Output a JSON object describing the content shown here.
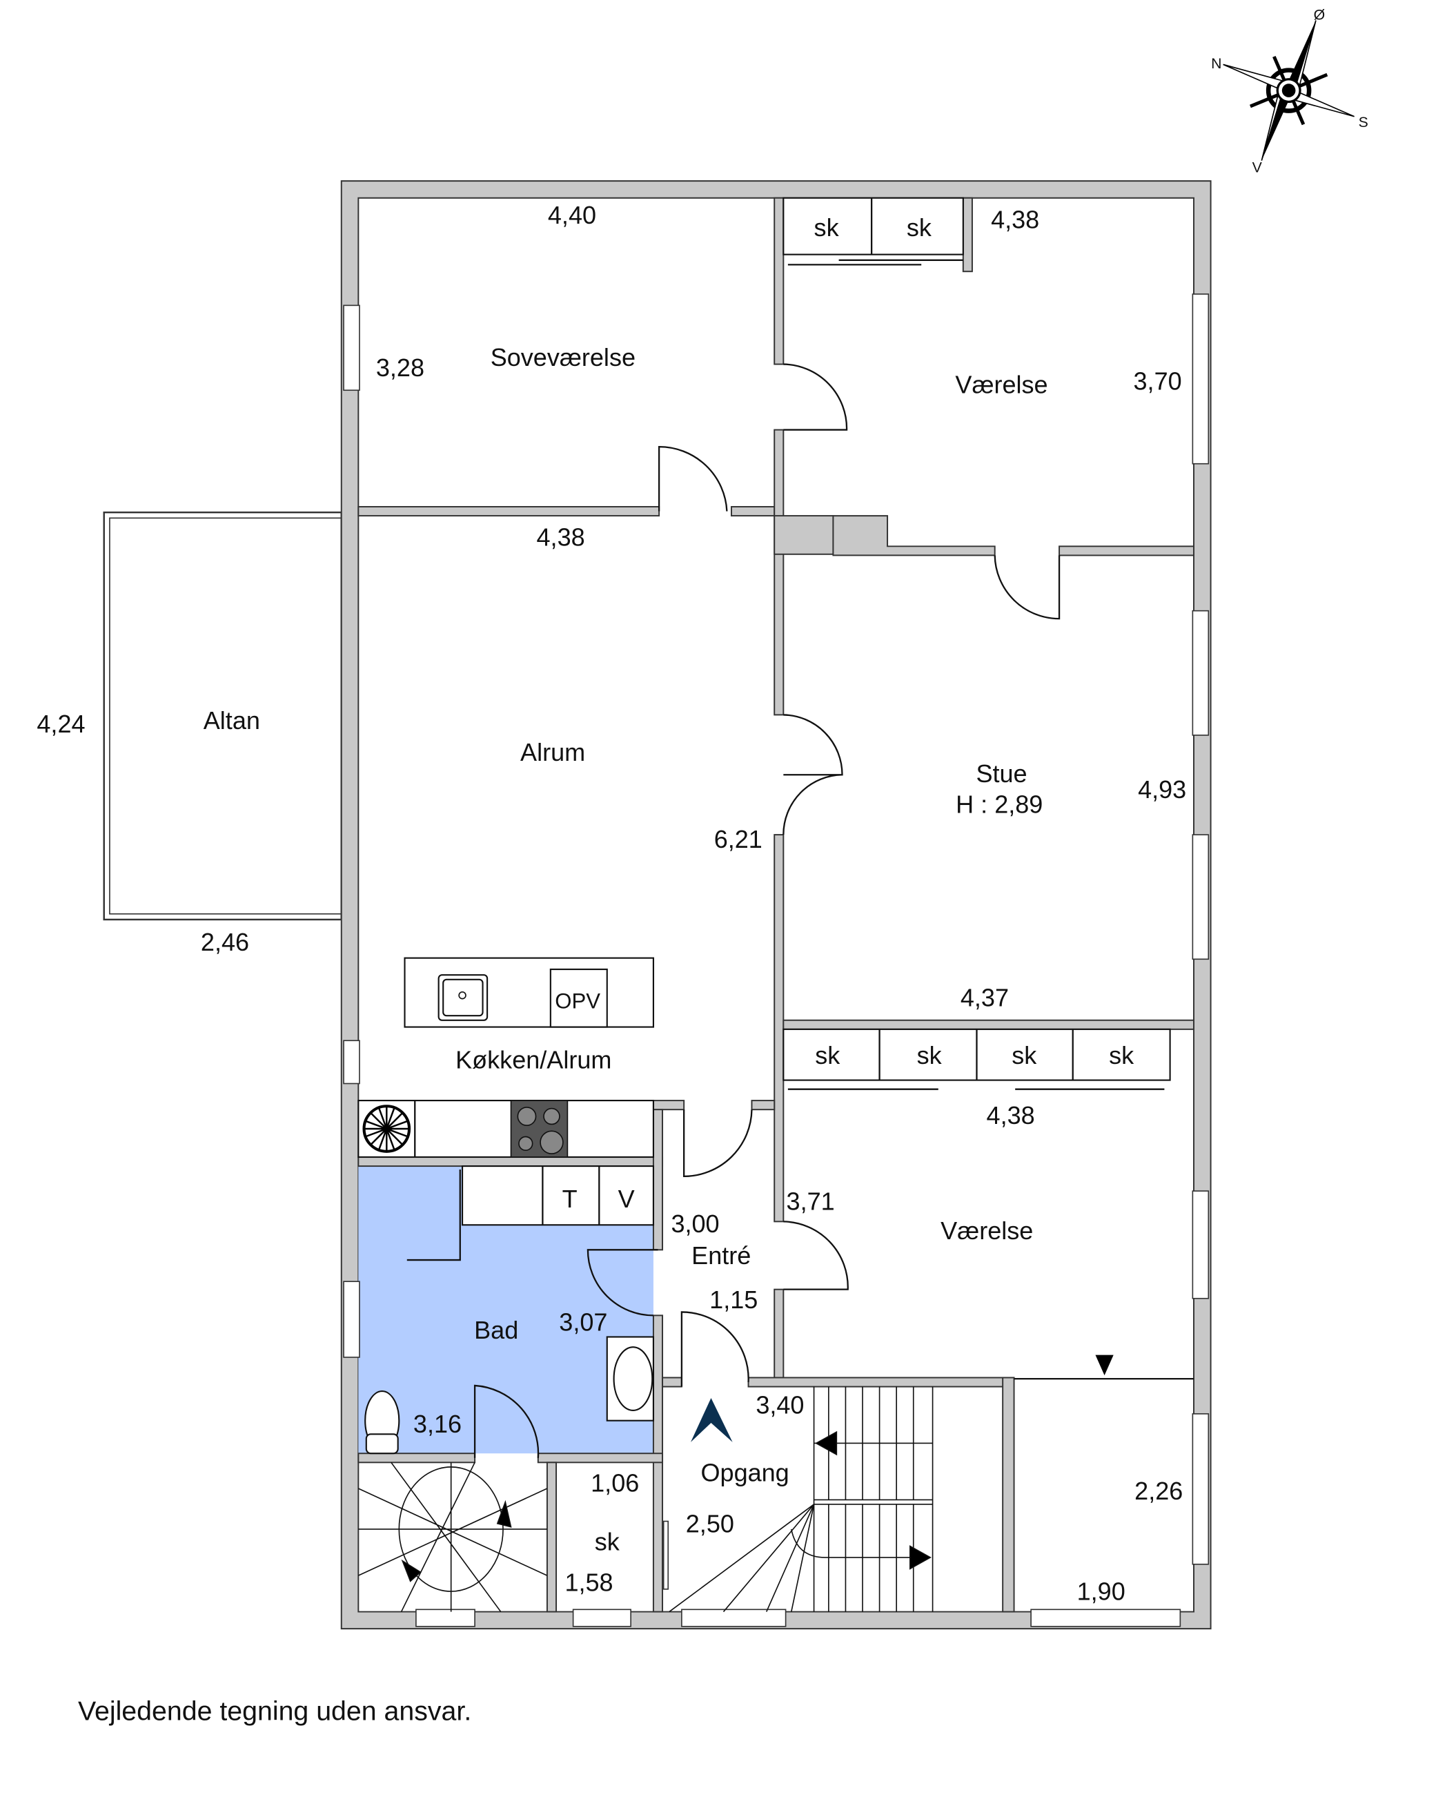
{
  "compass": {
    "north": "N",
    "east": "Ø",
    "south": "S",
    "west": "V"
  },
  "rooms": {
    "sovevaerelse": {
      "name": "Soveværelse",
      "width": "4,40",
      "depth": "3,28"
    },
    "vaerelse_top": {
      "name": "Værelse",
      "width": "4,38",
      "depth": "3,70",
      "closets": [
        "sk",
        "sk"
      ]
    },
    "alrum": {
      "name": "Alrum",
      "width": "4,38",
      "depth": "6,21"
    },
    "altan": {
      "name": "Altan",
      "width": "2,46",
      "depth": "4,24"
    },
    "stue": {
      "name": "Stue",
      "height_label": "H : 2,89",
      "width": "4,37",
      "depth": "4,93"
    },
    "kitchen": {
      "name": "Køkken/Alrum",
      "dishwasher": "OPV"
    },
    "vaerelse_bottom": {
      "name": "Værelse",
      "width": "4,38",
      "depth": "3,71",
      "closets": [
        "sk",
        "sk",
        "sk",
        "sk"
      ]
    },
    "entre": {
      "name": "Entré",
      "depth": "3,00",
      "width": "1,15"
    },
    "bad": {
      "name": "Bad",
      "depth": "3,07",
      "width": "3,16",
      "appliances": [
        "T",
        "V"
      ]
    },
    "opgang": {
      "name": "Opgang",
      "depth": "3,40",
      "width": "2,50"
    },
    "sk_small": {
      "name": "sk",
      "width": "1,06",
      "depth": "1,58"
    },
    "small_room": {
      "depth": "2,26",
      "width": "1,90"
    }
  },
  "colors": {
    "wall": "#c8c8c8",
    "bathroom": "#b3cdff",
    "entrance_marker": "#0b3050"
  },
  "footer": "Vejledende tegning uden ansvar."
}
